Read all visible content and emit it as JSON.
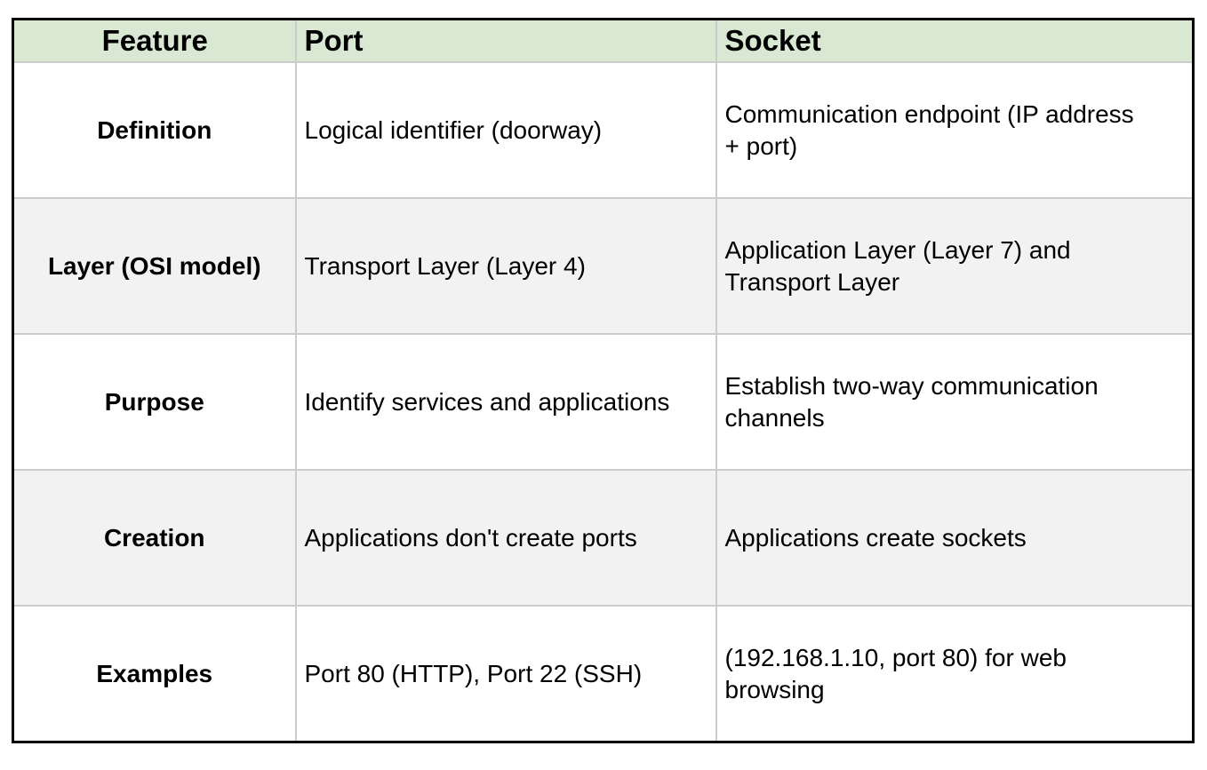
{
  "table": {
    "columns": [
      "Feature",
      "Port",
      "Socket"
    ],
    "rows": [
      {
        "feature": "Definition",
        "port": "Logical identifier (doorway)",
        "socket": "Communication endpoint (IP address + port)"
      },
      {
        "feature": "Layer (OSI model)",
        "port": "Transport Layer (Layer 4)",
        "socket": "Application Layer (Layer 7) and Transport Layer"
      },
      {
        "feature": "Purpose",
        "port": "Identify services and applications",
        "socket": "Establish two-way communication channels"
      },
      {
        "feature": "Creation",
        "port": "Applications don't create ports",
        "socket": "Applications create sockets"
      },
      {
        "feature": "Examples",
        "port": "Port 80 (HTTP), Port 22 (SSH)",
        "socket": "(192.168.1.10, port 80) for web browsing"
      }
    ],
    "colors": {
      "header_bg": "#d9e8d2",
      "stripe_bg": "#f2f2f2",
      "outer_border": "#000000",
      "inner_border": "#cccccc",
      "text": "#000000"
    }
  }
}
